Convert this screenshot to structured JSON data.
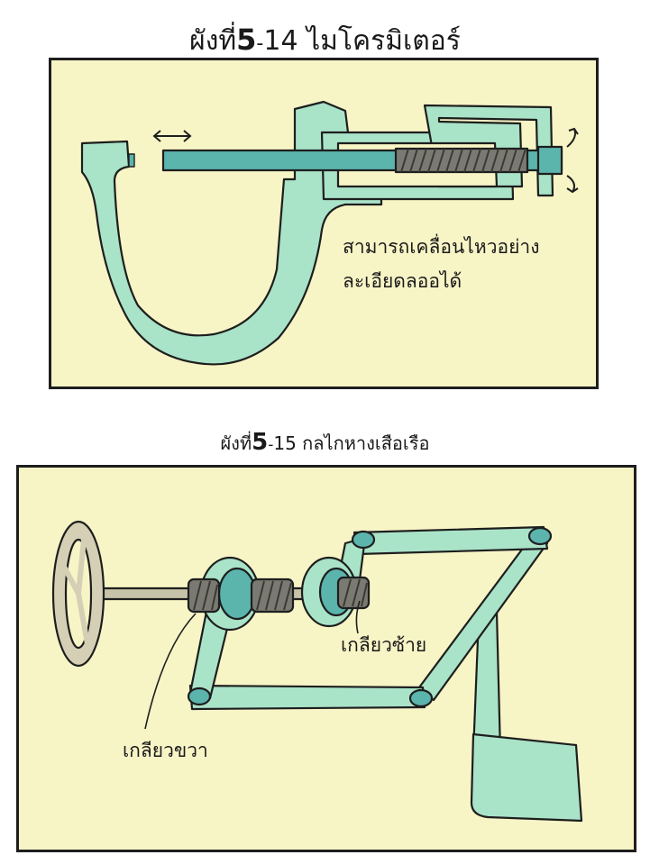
{
  "figures": [
    {
      "title_number": "5",
      "title_sep": "-",
      "title_text": "14 ไมโครมิเตอร์",
      "annotation_lines": [
        "สามารถเคลื่อนไหวอย่าง",
        "ละเอียดลออได้"
      ]
    },
    {
      "title_number": "5",
      "title_sep": "-",
      "title_text": "15 กลไกหางเสือเรือ",
      "labels": {
        "left_thread": "เกลียวซ้าย",
        "right_thread": "เกลียวขวา"
      }
    }
  ],
  "title_prefix": "ผังที่",
  "colors": {
    "panel_bg": "#f7f4c6",
    "part_fill": "#a9e3c8",
    "part_dark": "#5bb5ad",
    "thread_fill": "#7a7a72",
    "wheel_fill": "#d5d0b5",
    "outline": "#1e1e1e"
  },
  "icons": [
    "double-arrow-icon",
    "rotate-arrow-icon"
  ]
}
